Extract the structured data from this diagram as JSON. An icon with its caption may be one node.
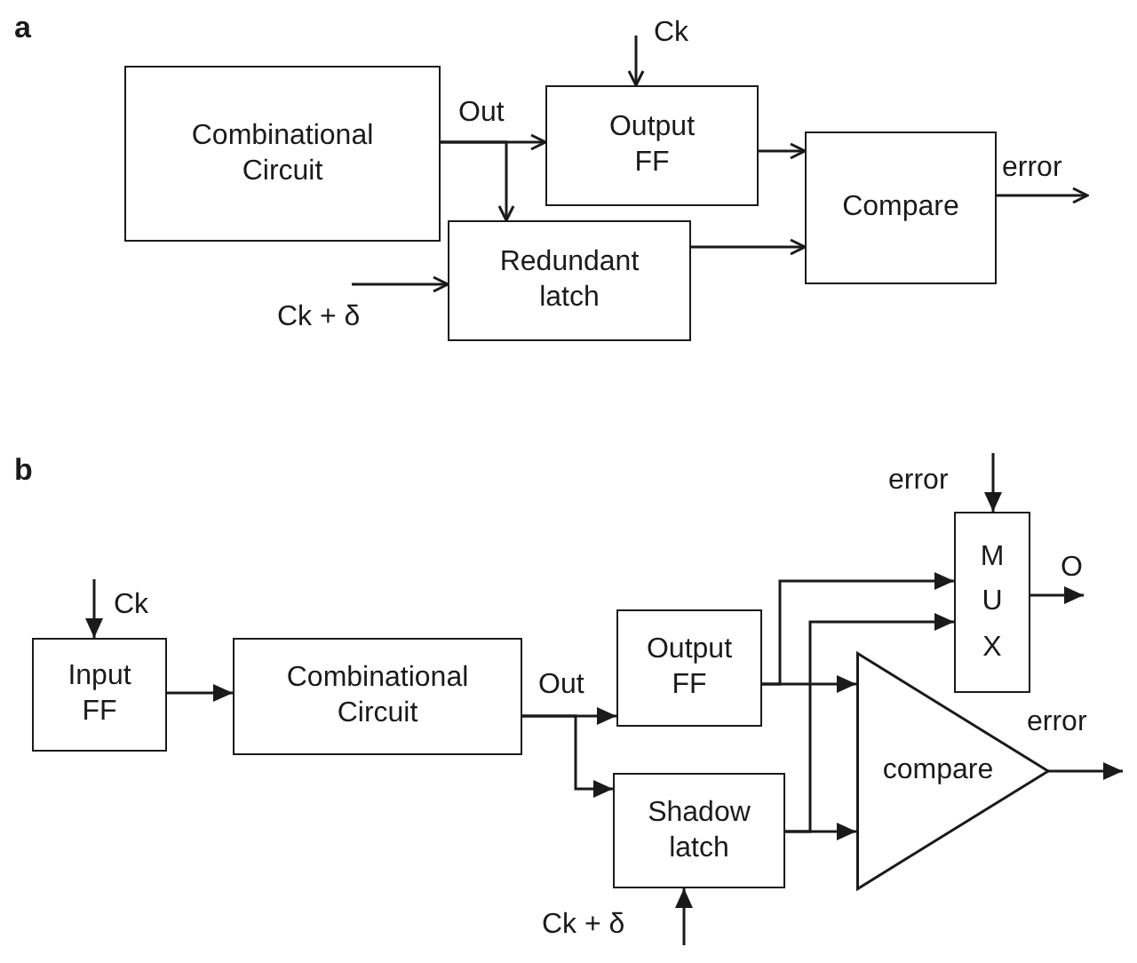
{
  "diagram": {
    "nodes": [
      {
        "text": [
          "Combinational Circuit"
        ]
      },
      {
        "text": [
          "Output FF"
        ]
      },
      {
        "text": [
          "Redundant latch"
        ]
      },
      {
        "text": [
          "Compare"
        ]
      },
      {
        "text": [
          "Input FF"
        ]
      },
      {
        "text": [
          "Combinational Circuit"
        ]
      },
      {
        "text": [
          "Output FF"
        ]
      },
      {
        "text": [
          "Shadow latch"
        ]
      },
      {
        "text": [
          "compare"
        ]
      },
      {
        "text": [
          "MUX"
        ]
      }
    ],
    "edges": [
      {
        "from": 0,
        "to": 1,
        "arrow": "to",
        "label": "Out"
      },
      {
        "from": 0,
        "to": 2,
        "arrow": "to"
      },
      {
        "from": 1,
        "to": 3,
        "arrow": "to"
      },
      {
        "from": 2,
        "to": 3,
        "arrow": "to"
      },
      {
        "from": 3,
        "to": null,
        "arrow": "to",
        "label": "error"
      },
      {
        "from": null,
        "to": 1,
        "arrow": "to",
        "label": "Ck"
      },
      {
        "from": null,
        "to": 2,
        "arrow": "to",
        "label": "Ck + δ"
      },
      {
        "from": null,
        "to": 4,
        "arrow": "to",
        "label": "Ck"
      },
      {
        "from": 4,
        "to": 5,
        "arrow": "to"
      },
      {
        "from": 5,
        "to": 6,
        "arrow": "to",
        "label": "Out"
      },
      {
        "from": 5,
        "to": 7,
        "arrow": "to"
      },
      {
        "from": 6,
        "to": 9,
        "arrow": "to"
      },
      {
        "from": 6,
        "to": 8,
        "arrow": "to"
      },
      {
        "from": 7,
        "to": 9,
        "arrow": "to"
      },
      {
        "from": 7,
        "to": 8,
        "arrow": "to"
      },
      {
        "from": null,
        "to": 9,
        "arrow": "to",
        "label": "error"
      },
      {
        "from": 9,
        "to": null,
        "arrow": "to",
        "label": "O"
      },
      {
        "from": 8,
        "to": null,
        "arrow": "to",
        "label": "error"
      },
      {
        "from": null,
        "to": 7,
        "arrow": "to",
        "label": "Ck + δ"
      }
    ],
    "labels": [
      "a",
      "b"
    ]
  }
}
